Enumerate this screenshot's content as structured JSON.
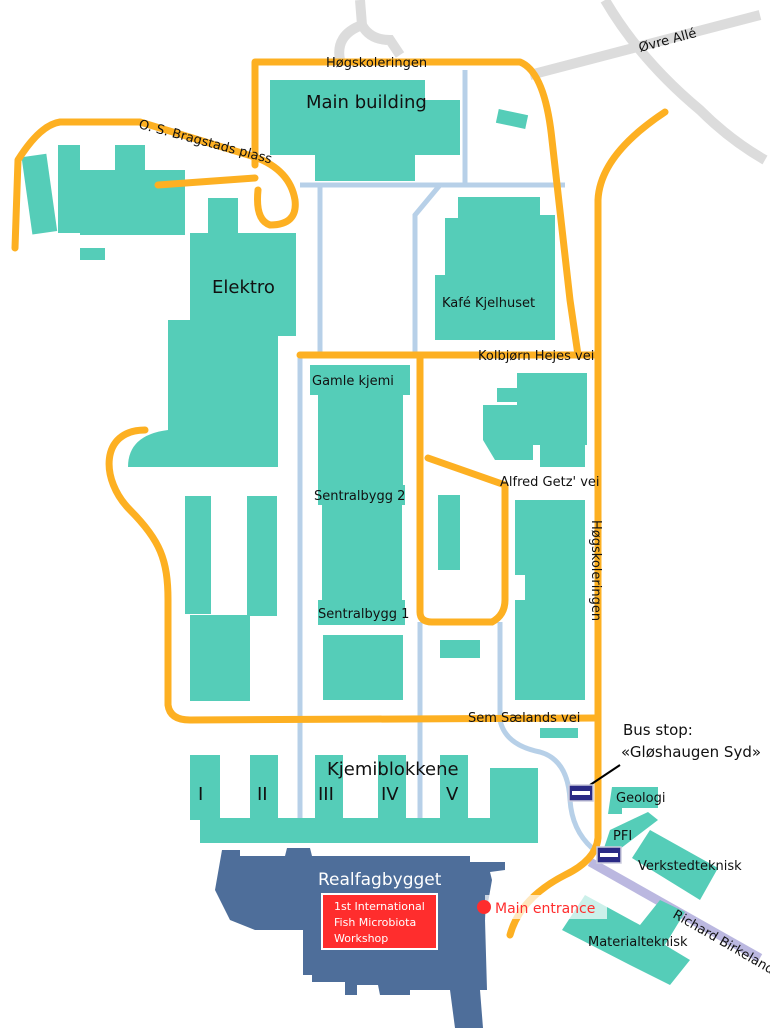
{
  "colors": {
    "building": "#55cdb8",
    "road_main": "#fdb022",
    "path": "#b7d0e8",
    "realfag": "#4e6e9a",
    "highlight": "#ff2d2d",
    "bus": "#2a2a85"
  },
  "roads": {
    "hogskoleringen_top": "Høgskoleringen",
    "ovre_alle": "Øvre Allé",
    "bragstads": "O. S. Bragstads plass",
    "kolbjorn": "Kolbjørn Hejes vei",
    "getz": "Alfred Getz' vei",
    "hogskoleringen_right": "Høgskoleringen",
    "saelands": "Sem Sælands vei",
    "birkelands": "Richard Birkelands vei"
  },
  "buildings": {
    "main": "Main building",
    "elektro": "Elektro",
    "kafe": "Kafé Kjelhuset",
    "gamle_kjemi": "Gamle kjemi",
    "sentralbygg2": "Sentralbygg 2",
    "sentralbygg1": "Sentralbygg 1",
    "kjemiblokkene": "Kjemiblokkene",
    "blocks": [
      "I",
      "II",
      "III",
      "IV",
      "V"
    ],
    "geologi": "Geologi",
    "pfi": "PFI",
    "verksted": "Verkstedteknisk",
    "material": "Materialteknisk",
    "realfag": "Realfagbygget"
  },
  "bus_stop": {
    "line1": "Bus stop:",
    "line2": "«Gløshaugen Syd»"
  },
  "event": {
    "line1": "1st International",
    "line2": "Fish Microbiota",
    "line3": "Workshop"
  },
  "main_entrance": "Main entrance",
  "icons": [
    "bus-stop-icon",
    "main-entrance-marker"
  ]
}
